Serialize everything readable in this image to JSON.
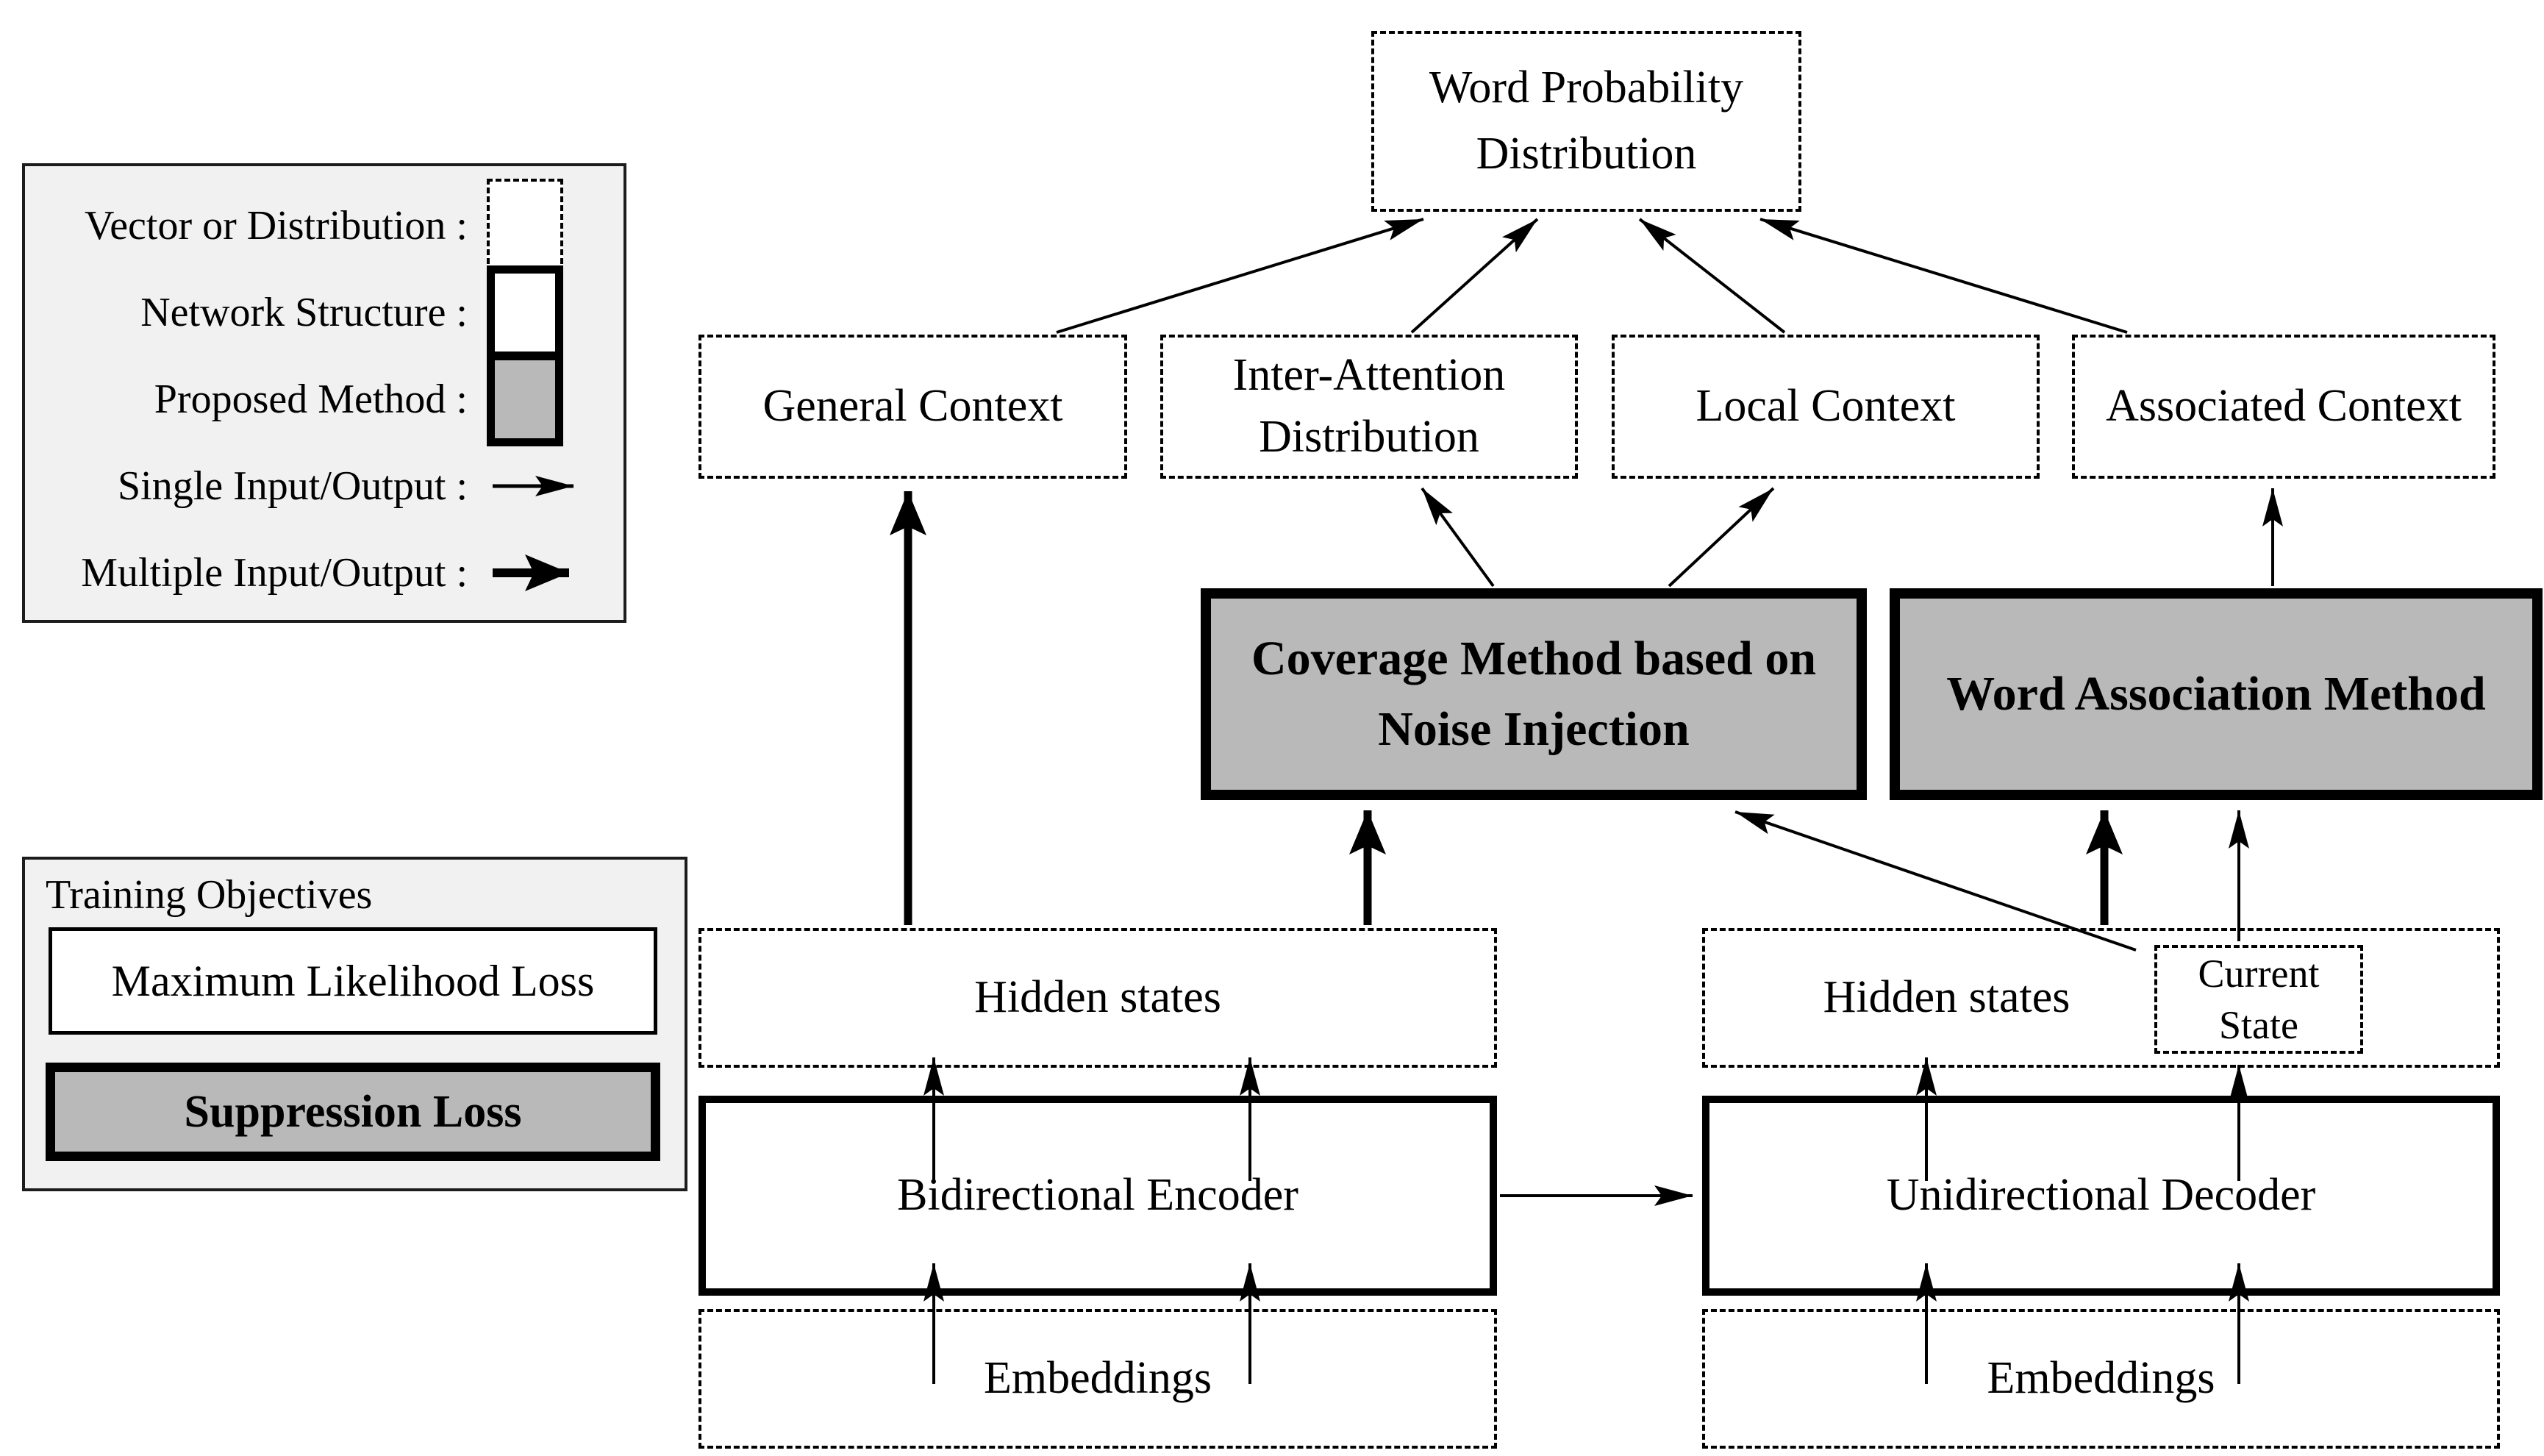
{
  "diagram": {
    "legend": {
      "items": [
        {
          "label": "Vector or Distribution :",
          "swatch": "dashed-box"
        },
        {
          "label": "Network Structure :",
          "swatch": "solid-box"
        },
        {
          "label": "Proposed Method :",
          "swatch": "gray-box"
        },
        {
          "label": "Single Input/Output :",
          "swatch": "thin-arrow"
        },
        {
          "label": "Multiple Input/Output :",
          "swatch": "thick-arrow"
        }
      ]
    },
    "training": {
      "title": "Training Objectives",
      "maximum_likelihood": "Maximum Likelihood Loss",
      "suppression": "Suppression Loss"
    },
    "nodes": {
      "word_probability": "Word Probability Distribution",
      "general_context": "General Context",
      "inter_attention": "Inter-Attention Distribution",
      "local_context": "Local Context",
      "associated_context": "Associated Context",
      "coverage_method": "Coverage Method based on Noise Injection",
      "word_association": "Word Association Method",
      "hidden_states_left": "Hidden states",
      "hidden_states_right": "Hidden states",
      "current_state": "Current State",
      "encoder": "Bidirectional Encoder",
      "decoder": "Unidirectional Decoder",
      "embeddings_left": "Embeddings",
      "embeddings_right": "Embeddings"
    },
    "colors": {
      "proposed_fill": "#b9b9b9",
      "panel_bg": "#f1f1f1",
      "line": "#000000",
      "background": "#ffffff"
    }
  }
}
